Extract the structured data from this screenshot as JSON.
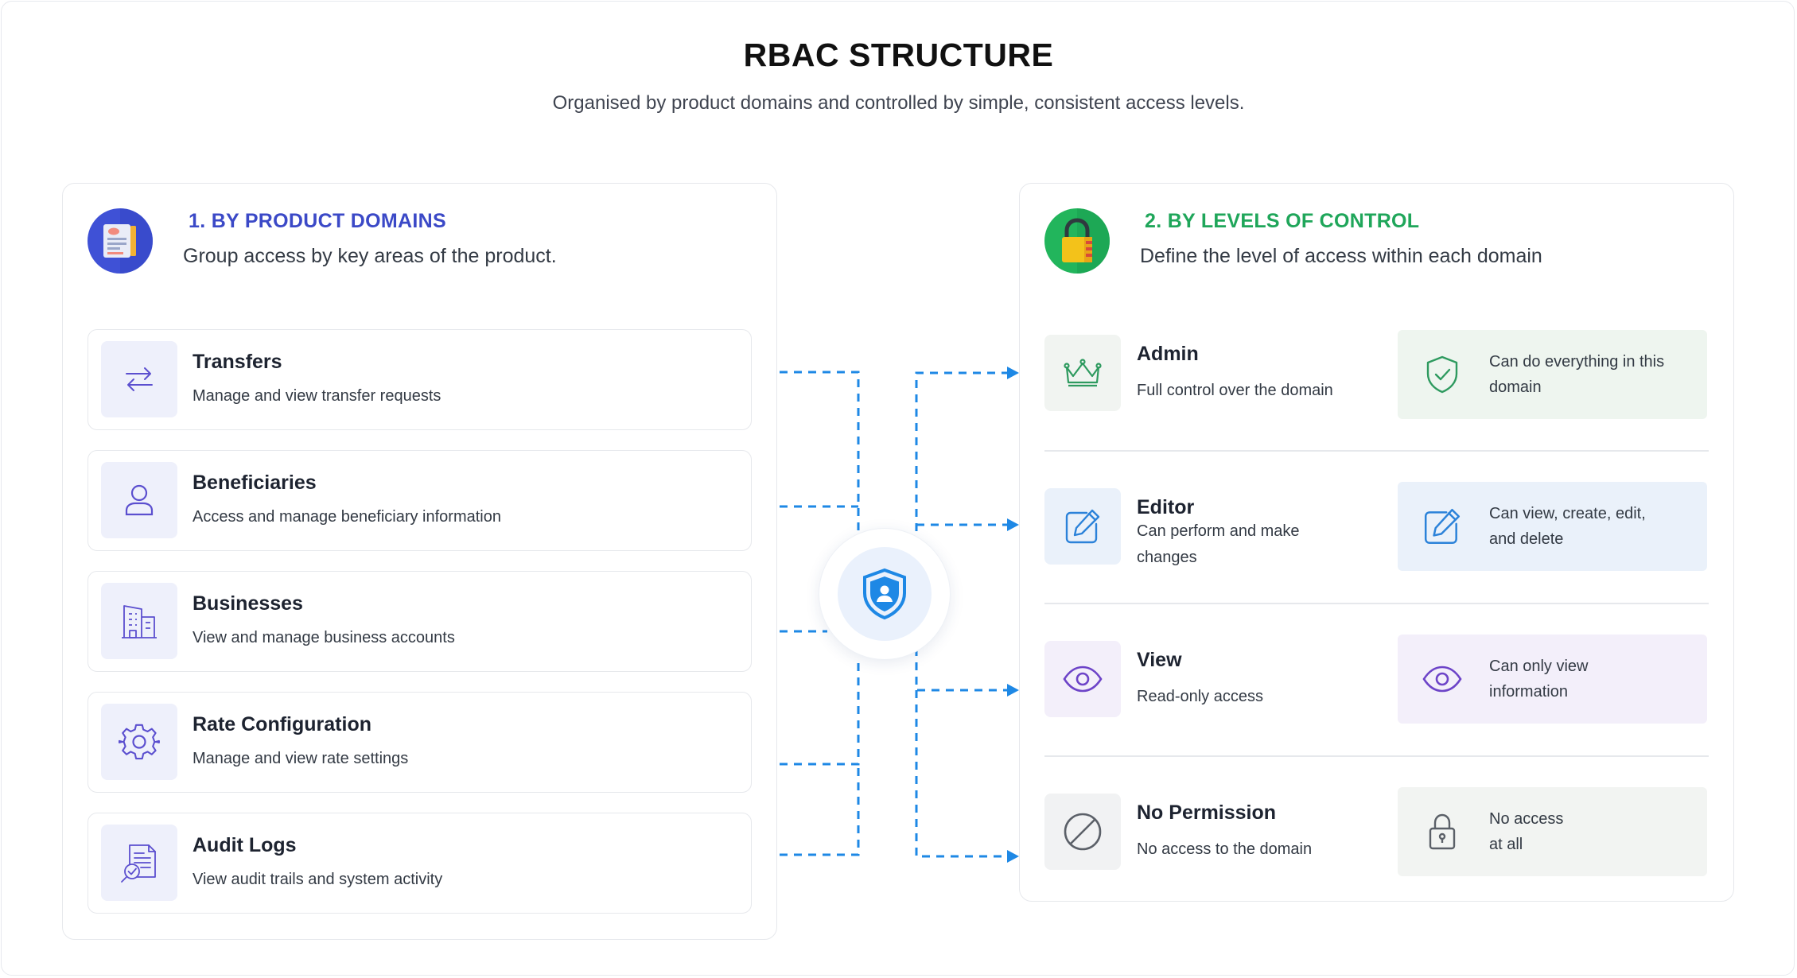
{
  "header": {
    "title": "RBAC STRUCTURE",
    "subtitle": "Organised by product domains and controlled by simple, consistent access levels."
  },
  "left_panel": {
    "title": "1. BY PRODUCT DOMAINS",
    "subtitle": "Group access by key areas of the product.",
    "title_color": "#3b49c7",
    "icon": "document-list-icon",
    "items": [
      {
        "name": "Transfers",
        "desc": "Manage and view transfer requests",
        "icon": "transfer-arrows-icon"
      },
      {
        "name": "Beneficiaries",
        "desc": "Access and manage beneficiary information",
        "icon": "user-icon"
      },
      {
        "name": "Businesses",
        "desc": "View and manage business accounts",
        "icon": "building-icon"
      },
      {
        "name": "Rate Configuration",
        "desc": "Manage and view rate settings",
        "icon": "gear-icon"
      },
      {
        "name": "Audit Logs",
        "desc": "View audit trails and system activity",
        "icon": "audit-document-icon"
      }
    ]
  },
  "right_panel": {
    "title": "2. BY LEVELS OF CONTROL",
    "subtitle": "Define the level of access within each domain",
    "title_color": "#1fa65a",
    "icon": "padlock-icon",
    "levels": [
      {
        "name": "Admin",
        "desc": "Full control over the domain",
        "detail_line1": "Can do everything in this",
        "detail_line2": "domain",
        "icon": "crown-icon",
        "detail_icon": "shield-check-icon",
        "color": "#2e9a5f"
      },
      {
        "name": "Editor",
        "desc": "Can perform and make changes",
        "detail_line1": "Can view, create, edit,",
        "detail_line2": "and delete",
        "icon": "edit-icon",
        "detail_icon": "edit-icon",
        "color": "#2b82d9"
      },
      {
        "name": "View",
        "desc": "Read-only access",
        "detail_line1": "Can only view",
        "detail_line2": "information",
        "icon": "eye-icon",
        "detail_icon": "eye-icon",
        "color": "#6d44c8"
      },
      {
        "name": "No Permission",
        "desc": "No access to the domain",
        "detail_line1": "No access",
        "detail_line2": "at all",
        "icon": "prohibited-icon",
        "detail_icon": "lock-icon",
        "color": "#5b6068"
      }
    ]
  },
  "hub": {
    "icon": "shield-user-icon",
    "color": "#1e88e5"
  },
  "connector_color": "#1e88e5"
}
